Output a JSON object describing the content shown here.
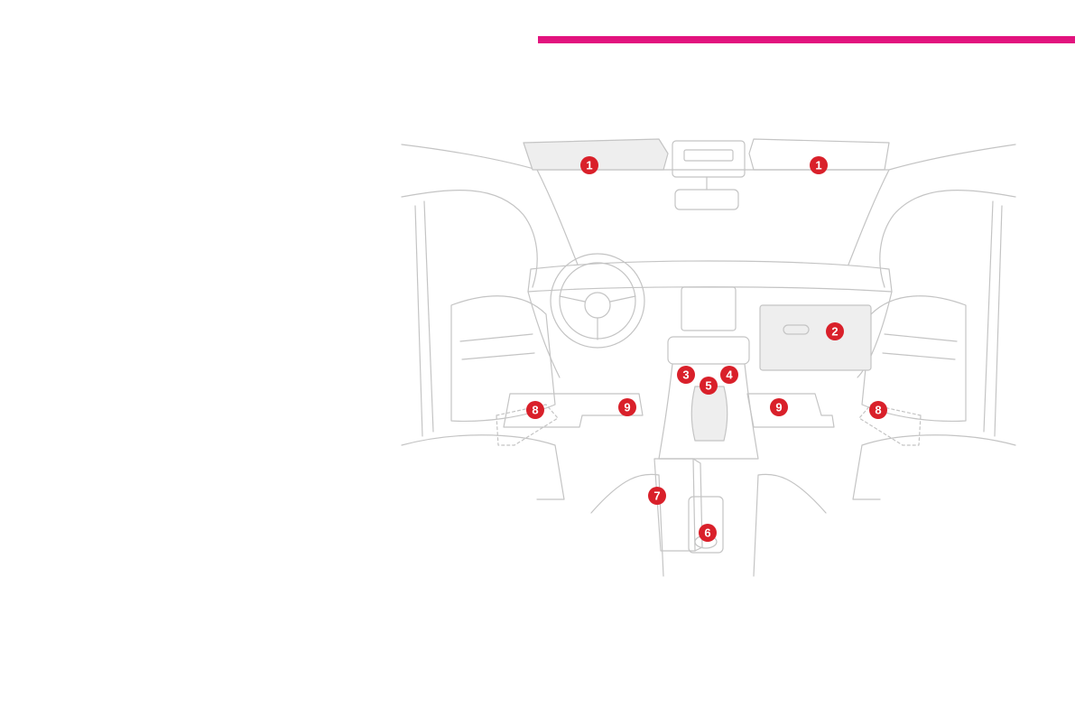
{
  "colors": {
    "accent": "#e2137e",
    "marker": "#d9202a",
    "line": "#c4c4c4",
    "fill": "#eeeeee"
  },
  "diagram": {
    "markers": [
      {
        "id": "sun-visor-left",
        "label": "1"
      },
      {
        "id": "sun-visor-right",
        "label": "1"
      },
      {
        "id": "glove-box",
        "label": "2"
      },
      {
        "id": "socket-left",
        "label": "3"
      },
      {
        "id": "socket-right",
        "label": "4"
      },
      {
        "id": "usb-port",
        "label": "5"
      },
      {
        "id": "cup-holder",
        "label": "6"
      },
      {
        "id": "armrest",
        "label": "7"
      },
      {
        "id": "door-pocket-left",
        "label": "8"
      },
      {
        "id": "door-pocket-right",
        "label": "8"
      },
      {
        "id": "floor-mat-left",
        "label": "9"
      },
      {
        "id": "floor-mat-right",
        "label": "9"
      }
    ]
  }
}
